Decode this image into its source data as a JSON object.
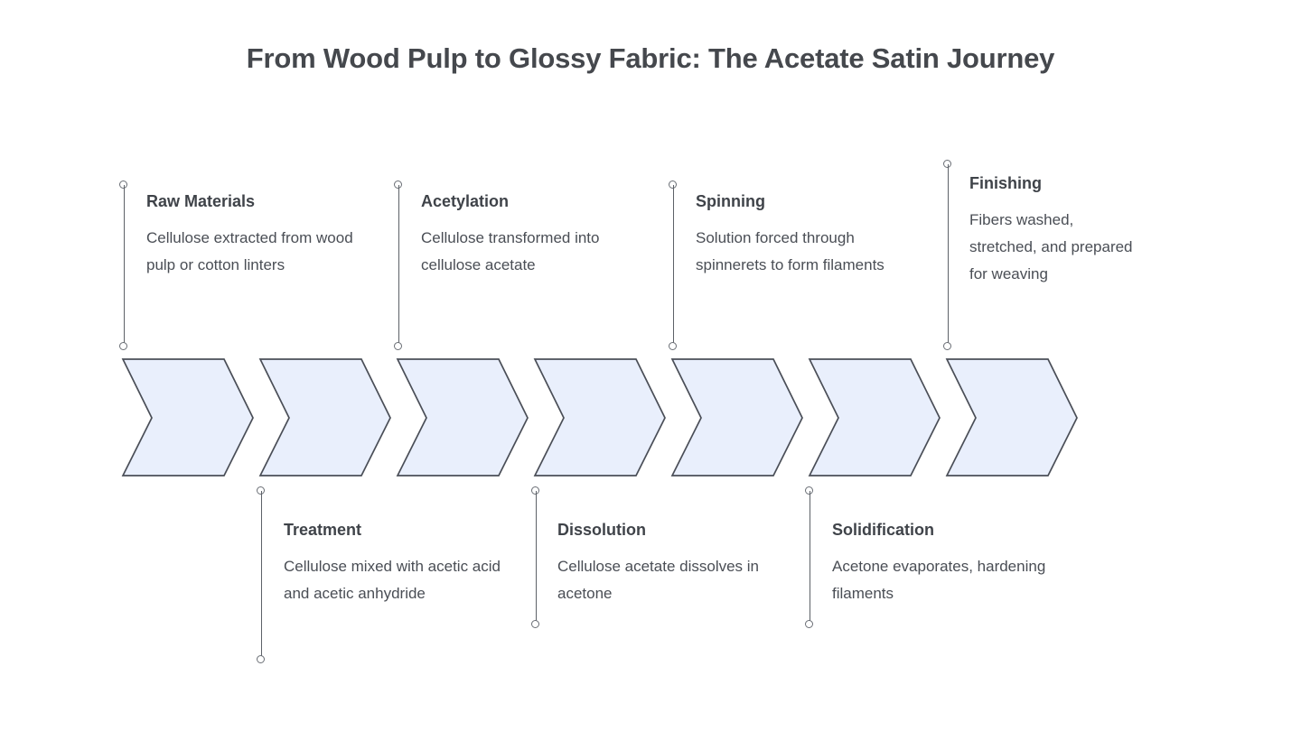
{
  "page": {
    "title": "From Wood Pulp to Glossy Fabric: The Acetate Satin Journey",
    "background_color": "#ffffff"
  },
  "theme": {
    "chevron_fill": "#e9effc",
    "chevron_stroke": "#4a4e57",
    "connector_color": "#5d6168",
    "dot_fill": "#ffffff",
    "title_color": "#45484d",
    "heading_color": "#3f4349",
    "body_color": "#4a4e55"
  },
  "chart_data": {
    "type": "diagram",
    "subtype": "chevron-process-flow",
    "title": "From Wood Pulp to Glossy Fabric: The Acetate Satin Journey",
    "chevron_count": 7,
    "orientation": "left-to-right",
    "steps": [
      {
        "index": 1,
        "title": "Raw Materials",
        "description": "Cellulose extracted from wood pulp or cotton linters",
        "description_lines": [
          "Cellulose extracted",
          "from wood pulp or",
          "cotton linters"
        ],
        "position": "top"
      },
      {
        "index": 2,
        "title": "Treatment",
        "description": "Cellulose mixed with acetic acid and acetic anhydride",
        "description_lines": [
          "Cellulose mixed with",
          "acetic acid and",
          "acetic anhydride"
        ],
        "position": "bottom"
      },
      {
        "index": 3,
        "title": "Acetylation",
        "description": "Cellulose transformed into cellulose acetate",
        "description_lines": [
          "Cellulose",
          "transformed into",
          "cellulose acetate"
        ],
        "position": "top"
      },
      {
        "index": 4,
        "title": "Dissolution",
        "description": "Cellulose acetate dissolves in acetone",
        "description_lines": [
          "Cellulose acetate",
          "dissolves in acetone"
        ],
        "position": "bottom"
      },
      {
        "index": 5,
        "title": "Spinning",
        "description": "Solution forced through spinnerets to form filaments",
        "description_lines": [
          "Solution forced",
          "through spinnerets",
          "to form filaments"
        ],
        "position": "top"
      },
      {
        "index": 6,
        "title": "Solidification",
        "description": "Acetone evaporates, hardening filaments",
        "description_lines": [
          "Acetone evaporates,",
          "hardening filaments"
        ],
        "position": "bottom"
      },
      {
        "index": 7,
        "title": "Finishing",
        "description": "Fibers washed, stretched, and prepared for weaving",
        "description_lines": [
          "Fibers washed,",
          "stretched, and",
          "prepared for",
          "weaving"
        ],
        "position": "top"
      }
    ]
  }
}
